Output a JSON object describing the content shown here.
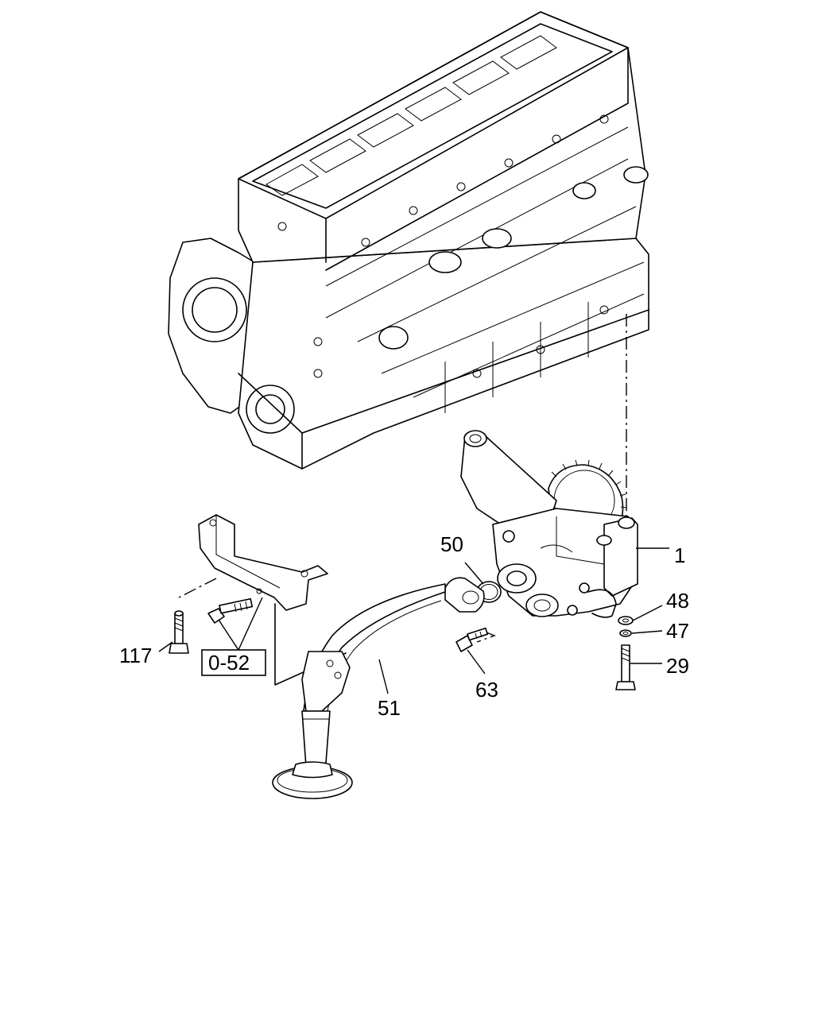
{
  "labels": {
    "p1": "1",
    "p29": "29",
    "p47": "47",
    "p48": "48",
    "p50": "50",
    "p51": "51",
    "p63": "63",
    "p117": "117"
  },
  "reference_box": "0-52"
}
